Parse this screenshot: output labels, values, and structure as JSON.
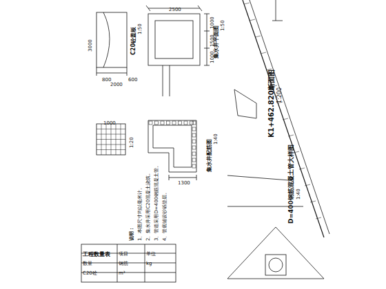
{
  "diagram": {
    "labels": [
      "K1+462.820断面图",
      "1:200",
      "C20砼盖板",
      "1:50",
      "集水井平面图",
      "1:50",
      "集水井配筋图",
      "1:40",
      "1:20",
      "D=400钢筋混凝土管大样图",
      "1:40",
      "2500",
      "1000",
      "1500",
      "1000",
      "3000",
      "2000",
      "800",
      "600",
      "1300",
      "1000",
      "说明：",
      "1、本图尺寸均以毫米计。",
      "2、集水井采用C20混凝土浇筑。",
      "3、管道采用D=400钢筋混凝土管。",
      "4、管底铺设砂砾垫层。",
      "工程数量表",
      "项目",
      "单位",
      "数量",
      "C20砼",
      "m³",
      "钢筋",
      "kg"
    ]
  }
}
